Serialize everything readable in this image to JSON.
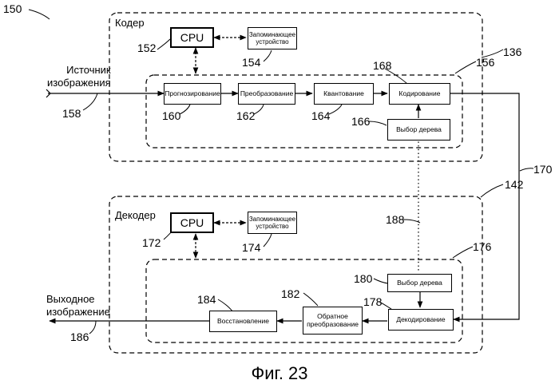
{
  "refs": {
    "r150": "150",
    "r136": "136",
    "r156": "156",
    "r152": "152",
    "r154": "154",
    "r168": "168",
    "r160": "160",
    "r162": "162",
    "r164": "164",
    "r166": "166",
    "r158": "158",
    "r170": "170",
    "r142": "142",
    "r188": "188",
    "r176": "176",
    "r172": "172",
    "r174": "174",
    "r180": "180",
    "r182": "182",
    "r184": "184",
    "r178": "178",
    "r186": "186"
  },
  "encoder": {
    "title": "Кодер",
    "cpu": "CPU",
    "memory": "Запоминающее\nустройство",
    "predict": "Прогнозирование",
    "transform": "Преобразование",
    "quantize": "Квантование",
    "encode": "Кодирование",
    "tree_select": "Выбор дерева"
  },
  "decoder": {
    "title": "Декодер",
    "cpu": "CPU",
    "memory": "Запоминающее\nустройство",
    "tree_select": "Выбор дерева",
    "decode": "Декодирование",
    "inverse_transform": "Обратное\nпреобразование",
    "restore": "Восстановление"
  },
  "io": {
    "source": "Источник\nизображения",
    "output": "Выходное\nизображение"
  },
  "caption": "Фиг. 23"
}
